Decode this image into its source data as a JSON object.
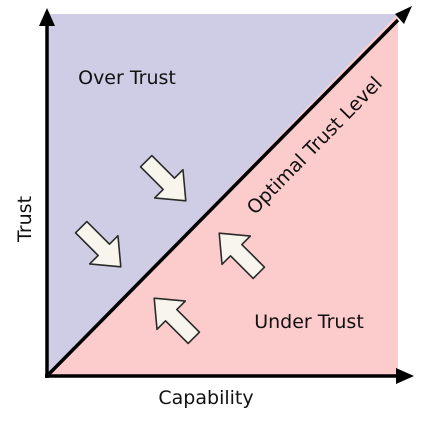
{
  "diagram": {
    "region_over": "Over Trust",
    "region_under": "Under Trust",
    "diagonal_label": "Optimal Trust Level",
    "x_axis_label": "Capability",
    "y_axis_label": "Trust"
  },
  "colors": {
    "over_region": "#cfcde6",
    "under_region": "#fccbcc",
    "axis": "#000000",
    "arrow_fill": "#f8f6ec",
    "arrow_stroke": "#2a2a2a"
  }
}
